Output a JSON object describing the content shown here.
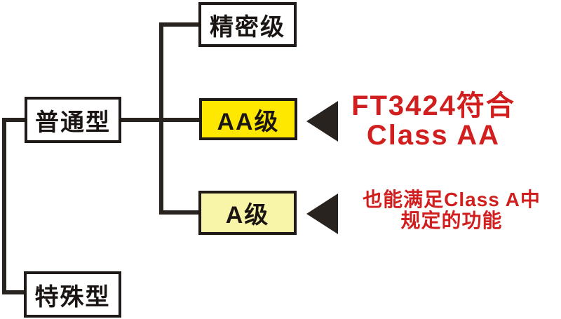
{
  "colors": {
    "background": "#ffffff",
    "line": "#292320",
    "node_border": "#1f1a17",
    "node_default_bg": "#ffffff",
    "highlight_bg": "#ffe800",
    "soft_highlight_bg": "#f8f4a8",
    "annotation_red": "#d11f1f"
  },
  "tree": {
    "type_nodes": [
      {
        "id": "ordinary",
        "label": "普通型",
        "bg": "#ffffff"
      },
      {
        "id": "special",
        "label": "特殊型",
        "bg": "#ffffff"
      }
    ],
    "grade_nodes": [
      {
        "id": "precision",
        "label": "精密级",
        "bg": "#ffffff"
      },
      {
        "id": "aa",
        "label": "AA级",
        "bg": "#ffe800"
      },
      {
        "id": "a",
        "label": "A级",
        "bg": "#f8f4a8"
      }
    ]
  },
  "annotations": {
    "aa": {
      "line1": "FT3424符合",
      "line2": "Class AA"
    },
    "a": {
      "line1": "也能满足Class A中",
      "line2": "规定的功能"
    }
  }
}
